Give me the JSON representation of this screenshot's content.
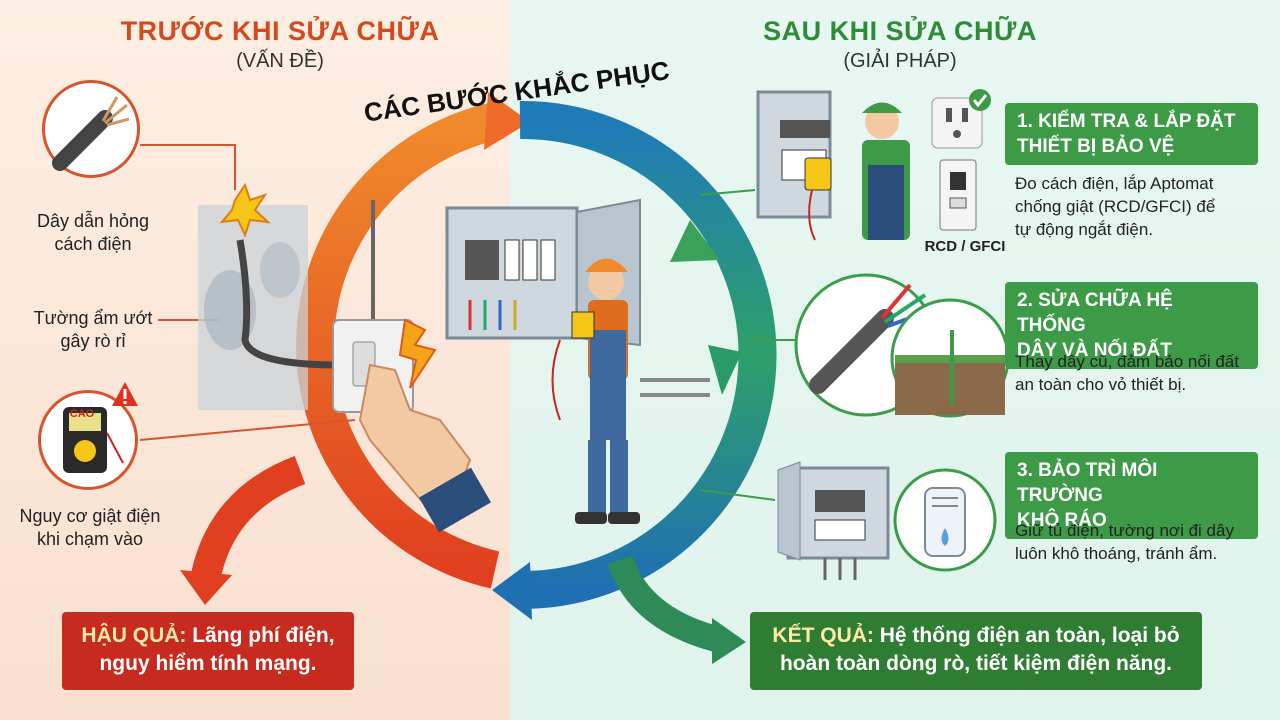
{
  "left": {
    "title": "TRƯỚC KHI SỬA CHỮA",
    "subtitle": "(VẤN ĐỀ)",
    "problems": [
      {
        "line1": "Dây dẫn hỏng",
        "line2": "cách điện"
      },
      {
        "line1": "Tường ẩm ướt",
        "line2": "gây rò rỉ"
      },
      {
        "line1": "Nguy cơ giật điện",
        "line2": "khi chạm vào"
      }
    ],
    "meter_label": "CAO"
  },
  "center": {
    "arc_title": "CÁC BƯỚC KHẮC PHỤC"
  },
  "right": {
    "title": "SAU KHI SỬA CHỮA",
    "subtitle": "(GIẢI PHÁP)",
    "rcd_label": "RCD / GFCI",
    "steps": [
      {
        "title1": "1. KIỂM TRA & LẮP ĐẶT",
        "title2": "THIẾT BỊ BẢO VỆ",
        "desc1": "Đo cách điện, lắp Aptomat",
        "desc2": "chống giật (RCD/GFCI) để",
        "desc3": "tự động ngắt điện."
      },
      {
        "title1": "2. SỬA CHỮA HỆ THỐNG",
        "title2": "DÂY VÀ NỐI ĐẤT",
        "desc1": "Thay dây cũ, đảm bảo nối đất",
        "desc2": "an toàn cho vỏ thiết bị."
      },
      {
        "title1": "3. BẢO TRÌ MÔI TRƯỜNG",
        "title2": "KHÔ RÁO",
        "desc1": "Giữ tủ điện, tường nơi đi dây",
        "desc2": "luôn khô thoáng, tránh ẩm."
      }
    ]
  },
  "consequence": {
    "key": "HẬU QUẢ:",
    "line1": " Lãng phí điện,",
    "line2": "nguy hiểm tính mạng."
  },
  "outcome": {
    "key": "KẾT QUẢ:",
    "line1": " Hệ thống điện an toàn, loại bỏ",
    "line2": "hoàn toàn dòng rò, tiết kiệm điện năng."
  },
  "colors": {
    "red": "#e0401f",
    "orange": "#f08a2c",
    "green": "#3d9a47",
    "blue": "#1f6fb3",
    "consequence_bg": "#c72a1e",
    "outcome_bg": "#2e7d32"
  }
}
